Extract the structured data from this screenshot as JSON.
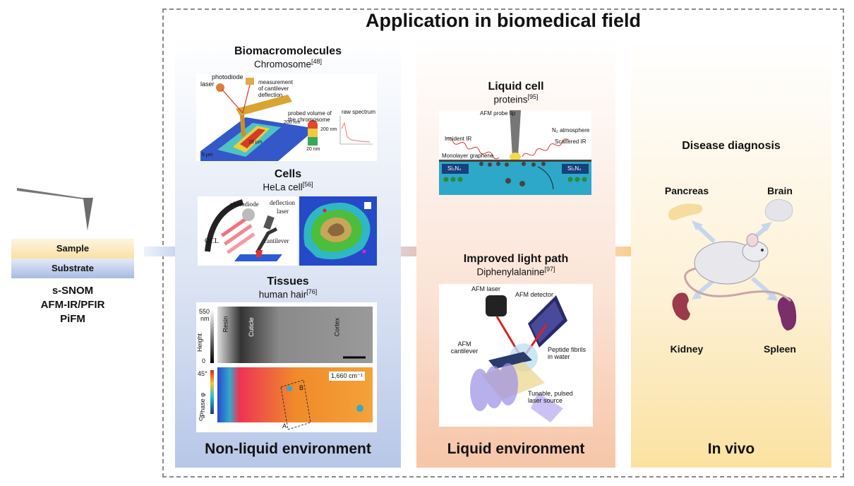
{
  "title": "Application in biomedical field",
  "left": {
    "sample": "Sample",
    "substrate": "Substrate",
    "techniques": [
      "s-SNOM",
      "AFM-IR/PFIR",
      "PiFM"
    ]
  },
  "panels": {
    "non_liquid": {
      "label": "Non-liquid environment",
      "sections": [
        {
          "title": "Biomacromolecules",
          "subtitle": "Chromosome",
          "ref": "[48]"
        },
        {
          "title": "Cells",
          "subtitle": "HeLa cell",
          "ref": "[56]"
        },
        {
          "title": "Tissues",
          "subtitle": "human hair",
          "ref": "[76]"
        }
      ],
      "fig1": {
        "photodiode": "photodiode",
        "laser": "laser",
        "measurement": "measurement of cantilever deflection",
        "probed": "probed volume of the chromosome",
        "raw": "raw spectrum",
        "dim1": "200 nm",
        "dim2": "200 nm",
        "dim3": "20 nm",
        "dim4": "15 µm",
        "dim5": "5 µm"
      },
      "fig2": {
        "photodiode": "photodiode",
        "deflection": "deflection",
        "laser": "laser",
        "qcl": "QCL",
        "cantilever": "cantilever"
      },
      "fig3": {
        "scale_top": "550",
        "scale_unit": "nm",
        "scale_zero": "0",
        "height": "Height",
        "resin": "Resin",
        "cuticle": "Cuticle",
        "cortex": "Cortex",
        "wavenumber": "1,660 cm⁻¹",
        "phase": "Phase φ",
        "phase_top": "45°",
        "phase_zero": "0°",
        "a": "A",
        "b": "B"
      }
    },
    "liquid": {
      "label": "Liquid environment",
      "sections": [
        {
          "title": "Liquid cell",
          "subtitle": "proteins",
          "ref": "[95]"
        },
        {
          "title": "Improved light path",
          "subtitle": "Diphenylalanine",
          "ref": "[97]"
        }
      ],
      "fig1": {
        "tip": "AFM probe tip",
        "incident": "Incident IR",
        "atmosphere": "N₂ atmosphere",
        "scattered": "Scattered IR",
        "graphene": "Monolayer graphene",
        "si1": "Si₃N₄",
        "si2": "Si₃N₄"
      },
      "fig2": {
        "laser": "AFM laser",
        "detector": "AFM detector",
        "cantilever": "AFM cantilever",
        "fibrils": "Peptide fibrils in water",
        "source": "Tunable, pulsed laser source"
      }
    },
    "in_vivo": {
      "label": "In vivo",
      "heading": "Disease diagnosis",
      "organs": [
        "Pancreas",
        "Brain",
        "Kidney",
        "Spleen"
      ]
    }
  },
  "colors": {
    "blue": "#b8c7e8",
    "orange": "#f6c5a8",
    "yellow": "#fbe2a1",
    "arrow_blue": "#c9d5ef",
    "arrow_orange": "#f0b89a",
    "arrow_yellow": "#f8cf7a"
  }
}
